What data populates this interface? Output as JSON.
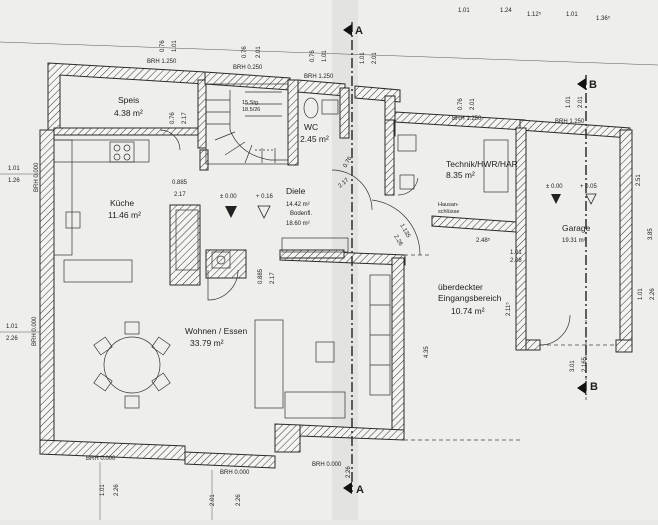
{
  "rooms": [
    {
      "name": "Speis",
      "area": "4.38 m²"
    },
    {
      "name": "WC",
      "area": "2.45 m²"
    },
    {
      "name": "Technik/HWR/HAR",
      "area": "8.35 m²"
    },
    {
      "name": "Küche",
      "area": "11.46 m²"
    },
    {
      "name": "Diele",
      "area": "14.42 m²",
      "area2": "Bodenfl.",
      "area3": "18.60 m²"
    },
    {
      "name": "Garage",
      "area": "19.31 m²"
    },
    {
      "name": "Wohnen / Essen",
      "area": "33.79 m²"
    },
    {
      "name": "überdeckter",
      "name2": "Eingangsbereich",
      "area": "10.74 m²"
    }
  ],
  "section_markers": {
    "a": "A",
    "b": "B"
  },
  "levels": {
    "kitchen": "± 0.00",
    "diele": "+ 0.16",
    "garage_left": "± 0.00",
    "garage_right": "+ 0.05"
  },
  "labels": {
    "hausanschluss_1": "Hausan-",
    "hausanschluss_2": "schlüsse",
    "stair_1": "15 Stg.",
    "stair_2": "18.5/26"
  },
  "brh": {
    "speis": "BRH 1.250",
    "wc_top": "BRH 0.250",
    "wc": "BRH 1.250",
    "hwr": "BRH 1.250",
    "garage": "BRH 1.250",
    "left1": "BRH 0.000",
    "left2": "BRH 0.000",
    "bottom1": "BRH 0.000",
    "bottom2": "BRH 0.000",
    "bottom3": "BRH 0.000"
  },
  "dims": {
    "top_1": "1.01",
    "top_2": "1.24",
    "top_3": "1.12⁵",
    "top_4": "1.01",
    "top_5": "1.36⁵",
    "v_076": "0.76",
    "v_101": "1.01",
    "v_201": "2.01",
    "v_217": "2.17",
    "d_0885": "0.885",
    "d_217": "2.17",
    "d_0885b": "0.885",
    "d_217b": "2.17",
    "d_076": "0.76",
    "d_217c": "2.17",
    "d_1135": "1.135",
    "d_226": "2.26",
    "d_248": "2.48⁵",
    "d_101": "1.01",
    "d_208": "2.08",
    "d_2115": "2.11⁵",
    "d_435": "4.35",
    "d_301": "3.01",
    "d_2165": "2.165",
    "left_101": "1.01",
    "left_126": "1.26",
    "left_101b": "1.01",
    "left_226": "2.26",
    "bot_101": "1.01",
    "bot_226": "2.26",
    "bot_201": "2.01",
    "bot_226b": "2.26",
    "bot_226c": "2.26",
    "right_251": "2.51",
    "right_385": "3.85",
    "right_1": "1.01",
    "right_2": "2.26"
  }
}
